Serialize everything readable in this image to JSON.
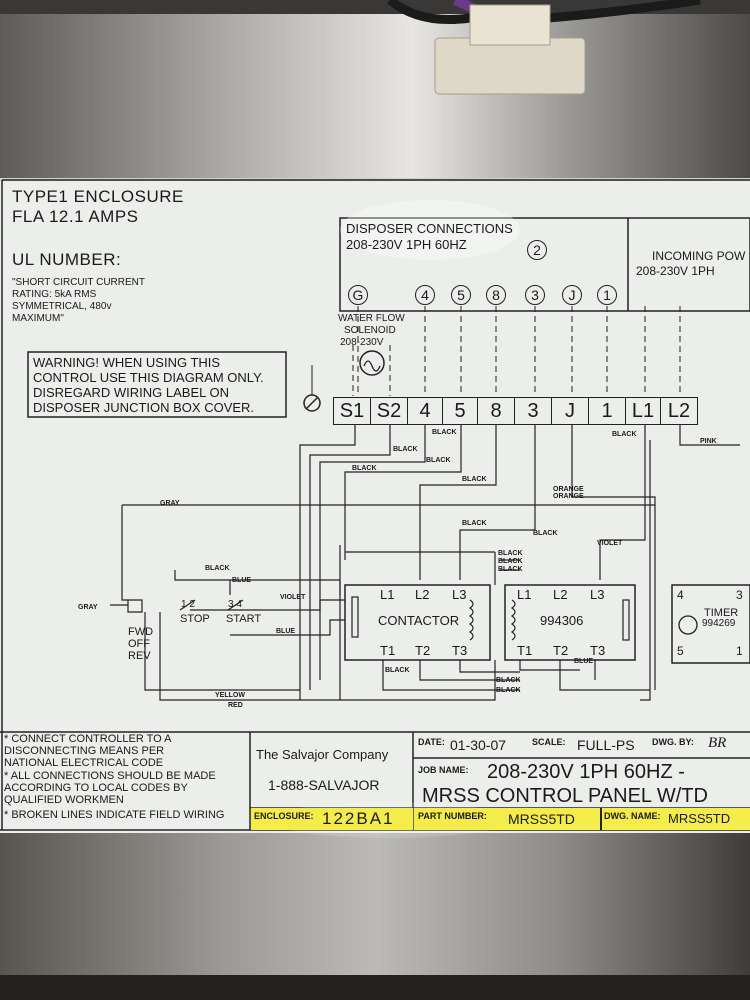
{
  "enclosure_info": {
    "type_line": "TYPE1 ENCLOSURE",
    "fla_line": "FLA   12.1 AMPS",
    "ul_number": "UL NUMBER:",
    "short_circuit": [
      "\"SHORT CIRCUIT CURRENT",
      "RATING: 5kA  RMS",
      "SYMMETRICAL, 480v",
      "MAXIMUM\""
    ]
  },
  "warning": {
    "lines": [
      "WARNING! WHEN USING THIS",
      "CONTROL USE THIS DIAGRAM ONLY.",
      "DISREGARD WIRING LABEL ON",
      "DISPOSER JUNCTION BOX COVER."
    ]
  },
  "disposer": {
    "title": "DISPOSER  CONNECTIONS",
    "voltage": "208-230V  1PH  60HZ",
    "top_circle": "2",
    "circles": [
      "G",
      "4",
      "5",
      "8",
      "3",
      "J",
      "1"
    ]
  },
  "incoming": {
    "title": "INCOMING  POW",
    "voltage": "208-230V  1PH"
  },
  "solenoid": {
    "lines": [
      "WATER  FLOW",
      "SOLENOID",
      "208-230V"
    ]
  },
  "terminals": [
    "S1",
    "S2",
    "4",
    "5",
    "8",
    "3",
    "J",
    "1",
    "L1",
    "L2"
  ],
  "wire_labels": {
    "black": "BLACK",
    "pink": "PINK",
    "orange": "ORANGE",
    "gray": "GRAY",
    "violet": "VIOLET",
    "blue": "BLUE",
    "yellow": "YELLOW",
    "red": "RED"
  },
  "switch": {
    "labels": [
      "FWD",
      "OFF",
      "REV"
    ],
    "stop": "STOP",
    "start": "START",
    "stop_nums": "1  2",
    "start_nums": "3  4"
  },
  "contactor": {
    "label": "CONTACTOR",
    "top": [
      "L1",
      "L2",
      "L3"
    ],
    "bottom": [
      "T1",
      "T2",
      "T3"
    ]
  },
  "relay": {
    "label": "994306",
    "top": [
      "L1",
      "L2",
      "L3"
    ],
    "bottom": [
      "T1",
      "T2",
      "T3"
    ]
  },
  "timer": {
    "label": "TIMER",
    "part": "994269",
    "pins": [
      "4",
      "3",
      "5",
      "1"
    ]
  },
  "notes": [
    "* CONNECT CONTROLLER TO A",
    "  DISCONNECTING MEANS PER",
    "  NATIONAL ELECTRICAL CODE",
    "* ALL CONNECTIONS SHOULD BE MADE",
    "  ACCORDING TO LOCAL CODES BY",
    "  QUALIFIED WORKMEN",
    "* BROKEN LINES INDICATE FIELD WIRING"
  ],
  "title_block": {
    "company": "The Salvajor Company",
    "phone": "1-888-SALVAJOR",
    "enclosure_label": "ENCLOSURE:",
    "enclosure_value": "122BA1",
    "date_label": "DATE:",
    "date_value": "01-30-07",
    "scale_label": "SCALE:",
    "scale_value": "FULL-PS",
    "dwg_by_label": "DWG. BY:",
    "dwg_by_value": "BR",
    "job_label": "JOB NAME:",
    "job_line1": "208-230V  1PH  60HZ -",
    "job_line2": "MRSS  CONTROL  PANEL  W/TD",
    "part_label": "PART NUMBER:",
    "part_value": "MRSS5TD",
    "dwg_name_label": "DWG. NAME:",
    "dwg_name_value": "MRSS5TD"
  },
  "colors": {
    "label_paper": "#eceeeb",
    "ink": "#1a1a1a",
    "steel": "#8a8986",
    "highlight_yellow": "#f4ec4a"
  }
}
